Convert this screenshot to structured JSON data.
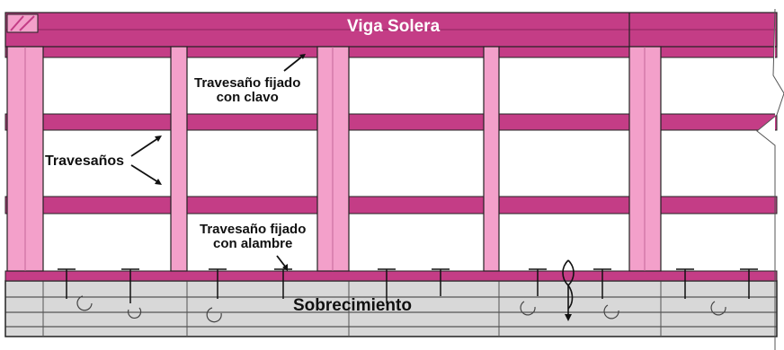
{
  "labels": {
    "top_plate": "Viga Solera",
    "nailed_rail_line1": "Travesaño fijado",
    "nailed_rail_line2": "con clavo",
    "rails": "Travesaños",
    "wired_rail_line1": "Travesaño fijado",
    "wired_rail_line2": "con alambre",
    "foundation": "Sobrecimiento"
  },
  "colors": {
    "plate": "#c43d86",
    "rail": "#c43d86",
    "stud": "#f3a0ca",
    "foundation": "#d8d8d8",
    "ink": "#111111"
  }
}
